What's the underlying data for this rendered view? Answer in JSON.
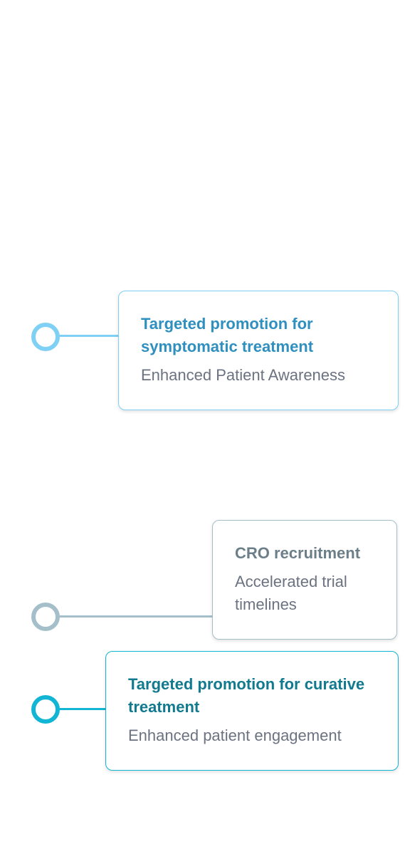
{
  "colors": {
    "light_blue": "#7fd0f5",
    "light_blue_title": "#2f8fbf",
    "gray_blue": "#a4bfca",
    "gray_blue_title": "#6c7f89",
    "teal": "#12b5d4",
    "teal_title": "#127a8e",
    "subtitle_gray": "#6b7280"
  },
  "items": [
    {
      "title": "Targeted promotion for symptomatic treatment",
      "subtitle": "Enhanced Patient Awareness"
    },
    {
      "title": "CRO recruitment",
      "subtitle": "Accelerated trial timelines"
    },
    {
      "title": "Targeted promotion for curative treatment",
      "subtitle": "Enhanced patient engagement"
    }
  ]
}
